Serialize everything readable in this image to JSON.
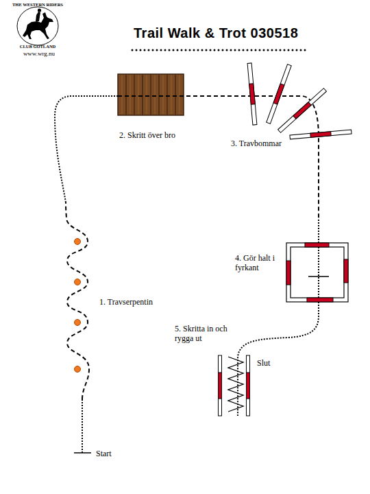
{
  "diagram": {
    "title": "Trail Walk & Trot 030518",
    "labels": [
      "THE WESTERN RIDERS",
      "CLUB GOTLAND",
      "www.wrg.nu",
      "2. Skritt över bro",
      "3. Travbommar",
      "4. Gör halt i fyrkant",
      "5. Skritta in och rygga ut",
      "Slut",
      "1. Travserpentin",
      "Start"
    ]
  }
}
